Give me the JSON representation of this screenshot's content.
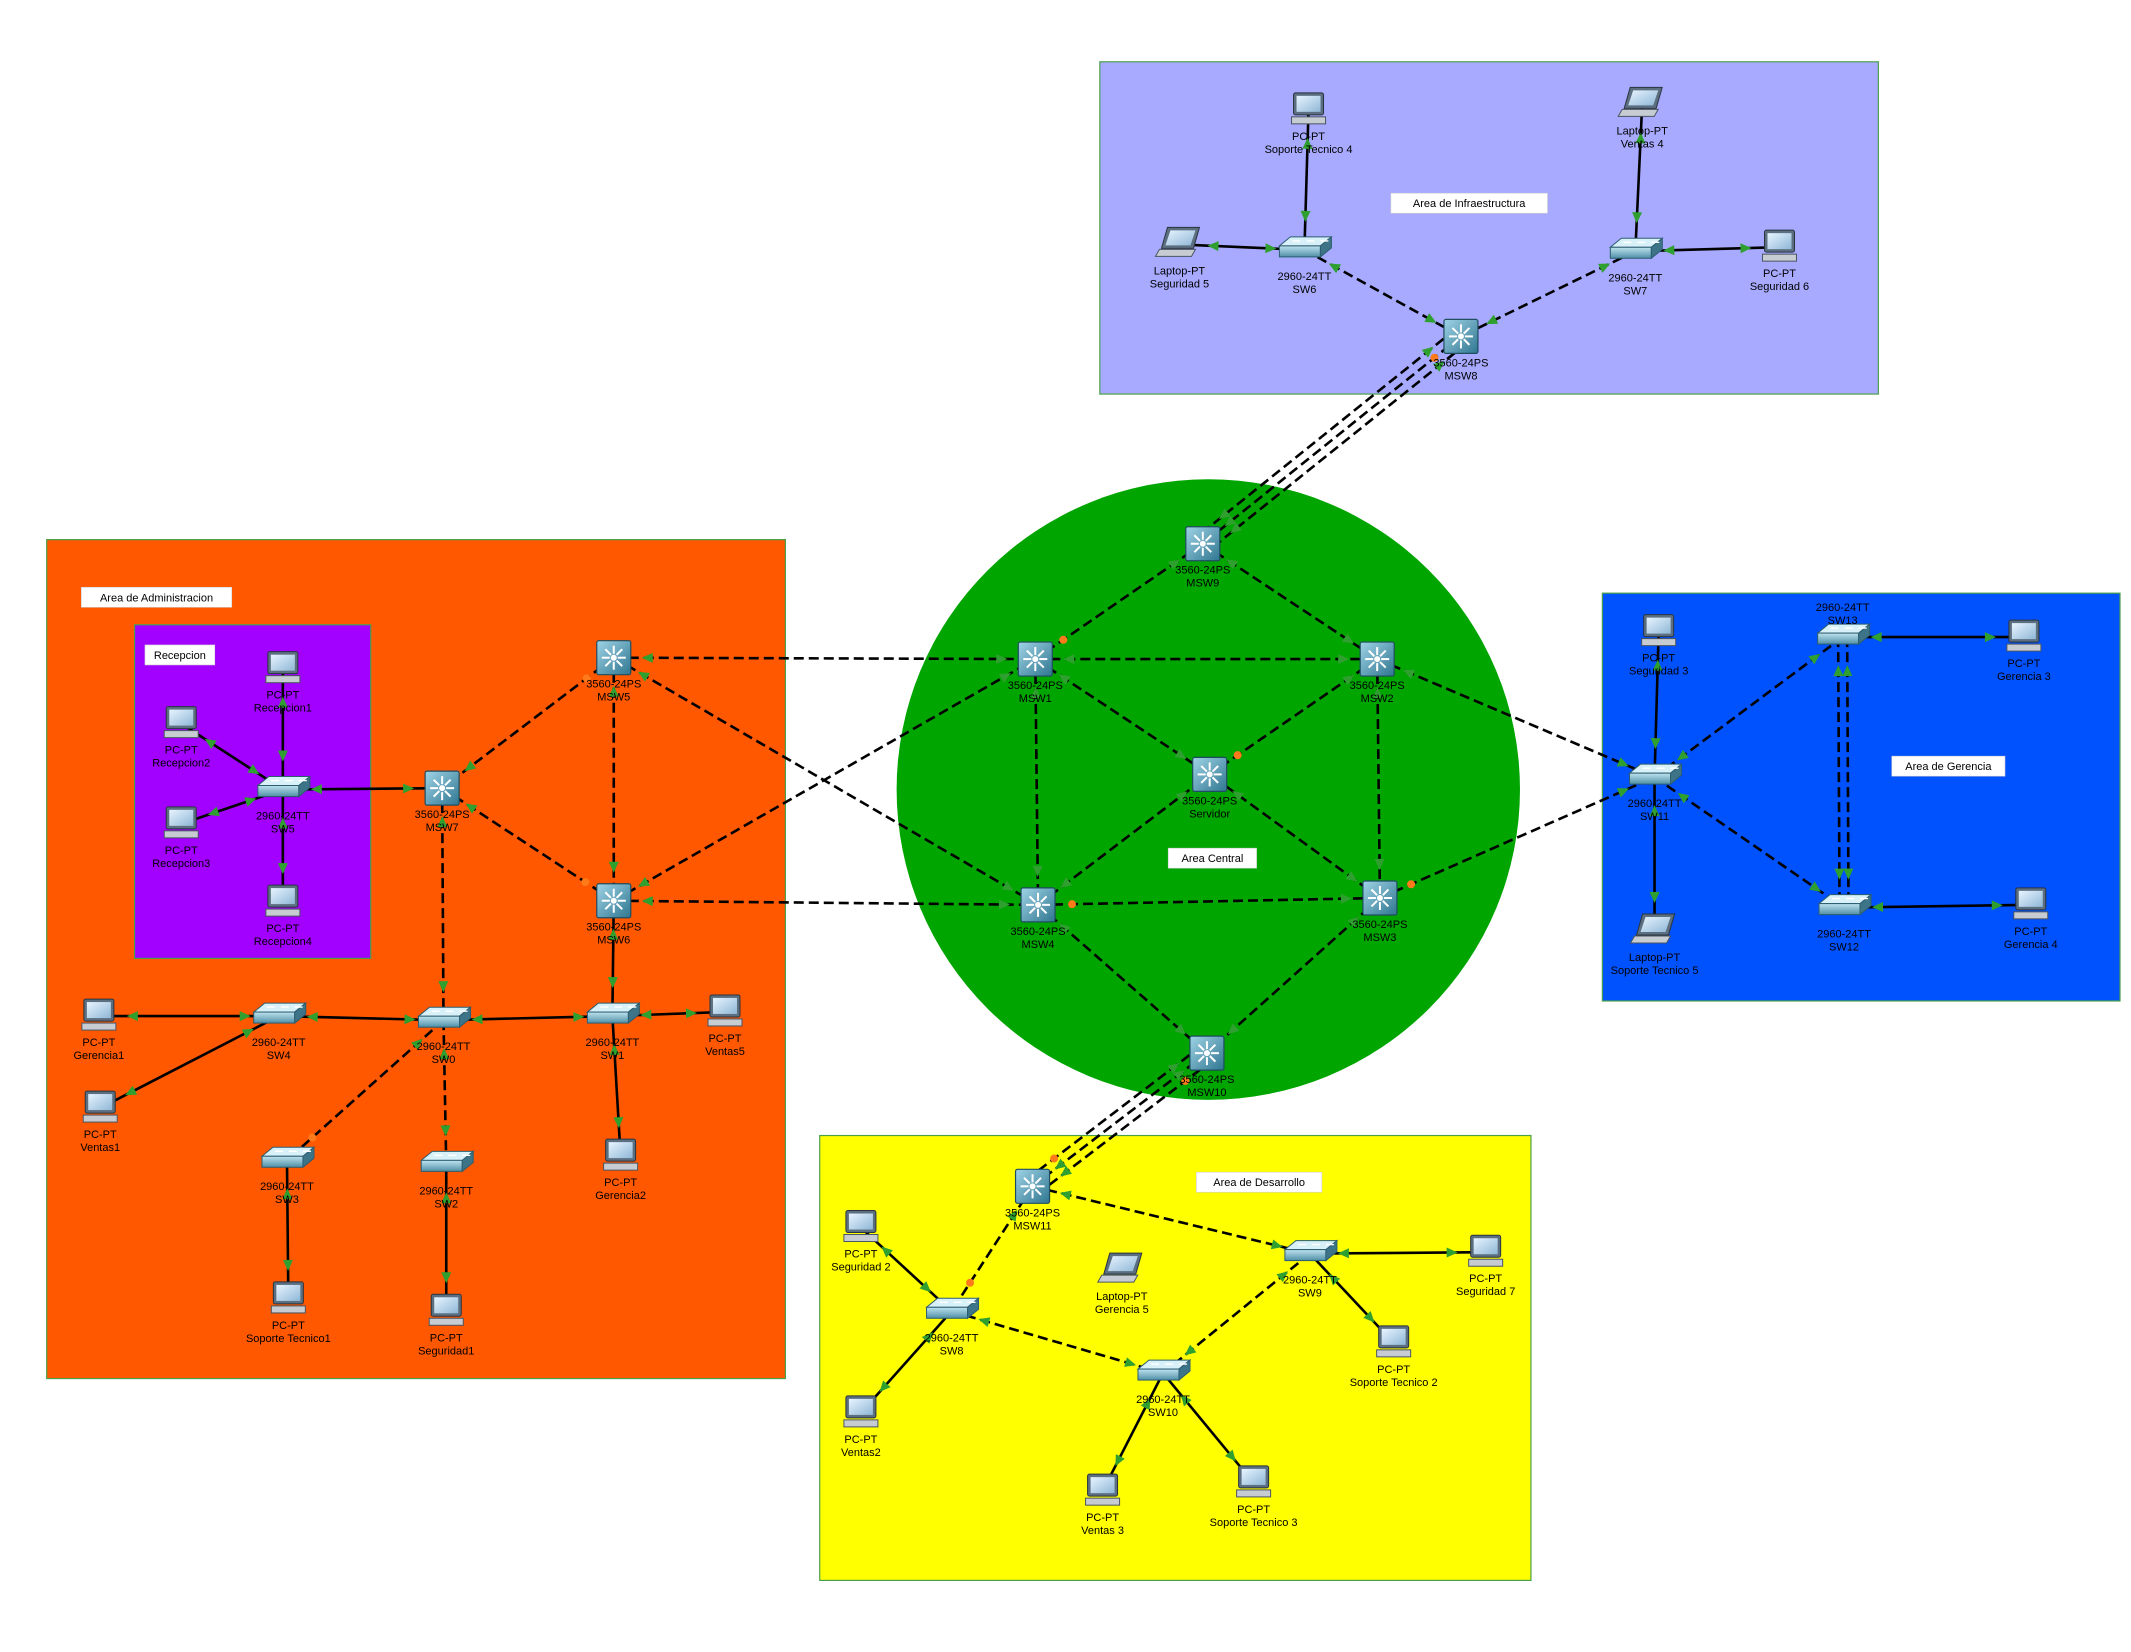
{
  "colors": {
    "infra": "#a7aaff",
    "admin": "#ff5800",
    "recepcion": "#a200ff",
    "central": "#00a500",
    "gerencia": "#0052ff",
    "desarrollo": "#ffff00",
    "link": "#000000",
    "link_up": "#2fa02f",
    "link_down": "#ff7a1a"
  },
  "areas": [
    {
      "id": "infra",
      "label": "Area de Infraestructura"
    },
    {
      "id": "admin",
      "label": "Area de Administracion"
    },
    {
      "id": "recepcion",
      "label": "Recepcion"
    },
    {
      "id": "central",
      "label": "Area Central"
    },
    {
      "id": "gerencia",
      "label": "Area de Gerencia"
    },
    {
      "id": "desarrollo",
      "label": "Area de Desarrollo"
    }
  ],
  "devices": [
    {
      "id": "pc-st4",
      "icon": "pc-icon",
      "model": "PC-PT",
      "name": "Soporte Tecnico 4"
    },
    {
      "id": "lap-v4",
      "icon": "laptop-icon",
      "model": "Laptop-PT",
      "name": "Ventas 4"
    },
    {
      "id": "lap-seg5",
      "icon": "laptop-icon",
      "model": "Laptop-PT",
      "name": "Seguridad 5"
    },
    {
      "id": "sw6",
      "icon": "switch-icon",
      "model": "2960-24TT",
      "name": "SW6"
    },
    {
      "id": "sw7",
      "icon": "switch-icon",
      "model": "2960-24TT",
      "name": "SW7"
    },
    {
      "id": "pc-seg6",
      "icon": "pc-icon",
      "model": "PC-PT",
      "name": "Seguridad 6"
    },
    {
      "id": "msw8",
      "icon": "multilayer-switch-icon",
      "model": "3560-24PS",
      "name": "MSW8"
    },
    {
      "id": "msw9",
      "icon": "multilayer-switch-icon",
      "model": "3560-24PS",
      "name": "MSW9"
    },
    {
      "id": "msw1",
      "icon": "multilayer-switch-icon",
      "model": "3560-24PS",
      "name": "MSW1"
    },
    {
      "id": "msw2",
      "icon": "multilayer-switch-icon",
      "model": "3560-24PS",
      "name": "MSW2"
    },
    {
      "id": "servidor",
      "icon": "multilayer-switch-icon",
      "model": "3560-24PS",
      "name": "Servidor"
    },
    {
      "id": "msw4",
      "icon": "multilayer-switch-icon",
      "model": "3560-24PS",
      "name": "MSW4"
    },
    {
      "id": "msw3",
      "icon": "multilayer-switch-icon",
      "model": "3560-24PS",
      "name": "MSW3"
    },
    {
      "id": "msw10",
      "icon": "multilayer-switch-icon",
      "model": "3560-24PS",
      "name": "MSW10"
    },
    {
      "id": "pc-rec1",
      "icon": "pc-icon",
      "model": "PC-PT",
      "name": "Recepcion1"
    },
    {
      "id": "pc-rec2",
      "icon": "pc-icon",
      "model": "PC-PT",
      "name": "Recepcion2"
    },
    {
      "id": "pc-rec3",
      "icon": "pc-icon",
      "model": "PC-PT",
      "name": "Recepcion3"
    },
    {
      "id": "pc-rec4",
      "icon": "pc-icon",
      "model": "PC-PT",
      "name": "Recepcion4"
    },
    {
      "id": "sw5",
      "icon": "switch-icon",
      "model": "2960-24TT",
      "name": "SW5"
    },
    {
      "id": "msw7",
      "icon": "multilayer-switch-icon",
      "model": "3560-24PS",
      "name": "MSW7"
    },
    {
      "id": "msw5",
      "icon": "multilayer-switch-icon",
      "model": "3560-24PS",
      "name": "MSW5"
    },
    {
      "id": "msw6",
      "icon": "multilayer-switch-icon",
      "model": "3560-24PS",
      "name": "MSW6"
    },
    {
      "id": "pc-ger1",
      "icon": "pc-icon",
      "model": "PC-PT",
      "name": "Gerencia1"
    },
    {
      "id": "sw4",
      "icon": "switch-icon",
      "model": "2960-24TT",
      "name": "SW4"
    },
    {
      "id": "sw0",
      "icon": "switch-icon",
      "model": "2960-24TT",
      "name": "SW0"
    },
    {
      "id": "sw1",
      "icon": "switch-icon",
      "model": "2960-24TT",
      "name": "SW1"
    },
    {
      "id": "pc-v5",
      "icon": "pc-icon",
      "model": "PC-PT",
      "name": "Ventas5"
    },
    {
      "id": "pc-v1",
      "icon": "pc-icon",
      "model": "PC-PT",
      "name": "Ventas1"
    },
    {
      "id": "sw3",
      "icon": "switch-icon",
      "model": "2960-24TT",
      "name": "SW3"
    },
    {
      "id": "sw2",
      "icon": "switch-icon",
      "model": "2960-24TT",
      "name": "SW2"
    },
    {
      "id": "pc-ger2",
      "icon": "pc-icon",
      "model": "PC-PT",
      "name": "Gerencia2"
    },
    {
      "id": "pc-st1",
      "icon": "pc-icon",
      "model": "PC-PT",
      "name": "Soporte Tecnico1"
    },
    {
      "id": "pc-seg1",
      "icon": "pc-icon",
      "model": "PC-PT",
      "name": "Seguridad1"
    },
    {
      "id": "pc-seg3",
      "icon": "pc-icon",
      "model": "PC-PT",
      "name": "Seguridad 3"
    },
    {
      "id": "sw13",
      "icon": "switch-icon",
      "model": "2960-24TT",
      "name": "SW13"
    },
    {
      "id": "pc-ger3",
      "icon": "pc-icon",
      "model": "PC-PT",
      "name": "Gerencia 3"
    },
    {
      "id": "sw11",
      "icon": "switch-icon",
      "model": "2960-24TT",
      "name": "SW11"
    },
    {
      "id": "lap-st5",
      "icon": "laptop-icon",
      "model": "Laptop-PT",
      "name": "Soporte Tecnico 5"
    },
    {
      "id": "sw12",
      "icon": "switch-icon",
      "model": "2960-24TT",
      "name": "SW12"
    },
    {
      "id": "pc-ger4",
      "icon": "pc-icon",
      "model": "PC-PT",
      "name": "Gerencia 4"
    },
    {
      "id": "msw11",
      "icon": "multilayer-switch-icon",
      "model": "3560-24PS",
      "name": "MSW11"
    },
    {
      "id": "pc-seg2",
      "icon": "pc-icon",
      "model": "PC-PT",
      "name": "Seguridad 2"
    },
    {
      "id": "sw8",
      "icon": "switch-icon",
      "model": "2960-24TT",
      "name": "SW8"
    },
    {
      "id": "lap-ger5",
      "icon": "laptop-icon",
      "model": "Laptop-PT",
      "name": "Gerencia 5"
    },
    {
      "id": "sw9",
      "icon": "switch-icon",
      "model": "2960-24TT",
      "name": "SW9"
    },
    {
      "id": "pc-seg7",
      "icon": "pc-icon",
      "model": "PC-PT",
      "name": "Seguridad 7"
    },
    {
      "id": "pc-st2",
      "icon": "pc-icon",
      "model": "PC-PT",
      "name": "Soporte Tecnico 2"
    },
    {
      "id": "sw10",
      "icon": "switch-icon",
      "model": "2960-24TT",
      "name": "SW10"
    },
    {
      "id": "pc-v2",
      "icon": "pc-icon",
      "model": "PC-PT",
      "name": "Ventas2"
    },
    {
      "id": "pc-v3",
      "icon": "pc-icon",
      "model": "PC-PT",
      "name": "Ventas 3"
    },
    {
      "id": "pc-st3",
      "icon": "pc-icon",
      "model": "PC-PT",
      "name": "Soporte Tecnico 3"
    }
  ],
  "links": [
    {
      "a": "pc-st4",
      "b": "sw6",
      "type": "straight"
    },
    {
      "a": "lap-seg5",
      "b": "sw6",
      "type": "straight"
    },
    {
      "a": "lap-v4",
      "b": "sw7",
      "type": "straight"
    },
    {
      "a": "pc-seg6",
      "b": "sw7",
      "type": "straight"
    },
    {
      "a": "sw6",
      "b": "msw8",
      "type": "cross"
    },
    {
      "a": "sw7",
      "b": "msw8",
      "type": "cross"
    },
    {
      "a": "msw8",
      "b": "msw9",
      "type": "cross"
    },
    {
      "a": "msw8",
      "b": "msw9",
      "type": "cross"
    },
    {
      "a": "msw8",
      "b": "msw9",
      "type": "cross"
    },
    {
      "a": "msw9",
      "b": "msw1",
      "type": "cross"
    },
    {
      "a": "msw9",
      "b": "msw2",
      "type": "cross"
    },
    {
      "a": "msw1",
      "b": "msw2",
      "type": "cross"
    },
    {
      "a": "msw1",
      "b": "msw4",
      "type": "cross"
    },
    {
      "a": "msw2",
      "b": "msw3",
      "type": "cross"
    },
    {
      "a": "msw4",
      "b": "msw3",
      "type": "cross"
    },
    {
      "a": "msw1",
      "b": "servidor",
      "type": "cross"
    },
    {
      "a": "msw2",
      "b": "servidor",
      "type": "cross"
    },
    {
      "a": "msw4",
      "b": "servidor",
      "type": "cross"
    },
    {
      "a": "msw3",
      "b": "servidor",
      "type": "cross"
    },
    {
      "a": "msw4",
      "b": "msw10",
      "type": "cross"
    },
    {
      "a": "msw3",
      "b": "msw10",
      "type": "cross"
    },
    {
      "a": "msw10",
      "b": "msw11",
      "type": "cross"
    },
    {
      "a": "msw10",
      "b": "msw11",
      "type": "cross"
    },
    {
      "a": "msw10",
      "b": "msw11",
      "type": "cross"
    },
    {
      "a": "msw5",
      "b": "msw1",
      "type": "cross"
    },
    {
      "a": "msw5",
      "b": "msw4",
      "type": "cross"
    },
    {
      "a": "msw6",
      "b": "msw1",
      "type": "cross"
    },
    {
      "a": "msw6",
      "b": "msw4",
      "type": "cross"
    },
    {
      "a": "msw5",
      "b": "msw7",
      "type": "cross"
    },
    {
      "a": "msw5",
      "b": "msw6",
      "type": "cross"
    },
    {
      "a": "msw7",
      "b": "msw6",
      "type": "cross"
    },
    {
      "a": "sw5",
      "b": "msw7",
      "type": "straight"
    },
    {
      "a": "pc-rec1",
      "b": "sw5",
      "type": "straight"
    },
    {
      "a": "pc-rec2",
      "b": "sw5",
      "type": "straight"
    },
    {
      "a": "pc-rec3",
      "b": "sw5",
      "type": "straight"
    },
    {
      "a": "pc-rec4",
      "b": "sw5",
      "type": "straight"
    },
    {
      "a": "msw7",
      "b": "sw0",
      "type": "cross"
    },
    {
      "a": "msw6",
      "b": "sw1",
      "type": "straight"
    },
    {
      "a": "sw4",
      "b": "sw0",
      "type": "straight"
    },
    {
      "a": "sw0",
      "b": "sw1",
      "type": "straight"
    },
    {
      "a": "pc-ger1",
      "b": "sw4",
      "type": "straight"
    },
    {
      "a": "pc-v1",
      "b": "sw4",
      "type": "straight"
    },
    {
      "a": "pc-v5",
      "b": "sw1",
      "type": "straight"
    },
    {
      "a": "pc-ger2",
      "b": "sw1",
      "type": "straight"
    },
    {
      "a": "sw0",
      "b": "sw3",
      "type": "cross"
    },
    {
      "a": "sw0",
      "b": "sw2",
      "type": "cross"
    },
    {
      "a": "pc-st1",
      "b": "sw3",
      "type": "straight"
    },
    {
      "a": "pc-seg1",
      "b": "sw2",
      "type": "straight"
    },
    {
      "a": "msw2",
      "b": "sw11",
      "type": "cross"
    },
    {
      "a": "msw3",
      "b": "sw11",
      "type": "cross"
    },
    {
      "a": "pc-seg3",
      "b": "sw11",
      "type": "straight"
    },
    {
      "a": "lap-st5",
      "b": "sw11",
      "type": "straight"
    },
    {
      "a": "sw11",
      "b": "sw13",
      "type": "cross"
    },
    {
      "a": "sw11",
      "b": "sw12",
      "type": "cross"
    },
    {
      "a": "sw13",
      "b": "sw12",
      "type": "cross"
    },
    {
      "a": "sw13",
      "b": "sw12",
      "type": "cross"
    },
    {
      "a": "pc-ger3",
      "b": "sw13",
      "type": "straight"
    },
    {
      "a": "pc-ger4",
      "b": "sw12",
      "type": "straight"
    },
    {
      "a": "msw11",
      "b": "sw8",
      "type": "cross"
    },
    {
      "a": "msw11",
      "b": "sw9",
      "type": "cross"
    },
    {
      "a": "sw8",
      "b": "sw10",
      "type": "cross"
    },
    {
      "a": "sw9",
      "b": "sw10",
      "type": "cross"
    },
    {
      "a": "pc-seg2",
      "b": "sw8",
      "type": "straight"
    },
    {
      "a": "pc-v2",
      "b": "sw8",
      "type": "straight"
    },
    {
      "a": "pc-seg7",
      "b": "sw9",
      "type": "straight"
    },
    {
      "a": "pc-st2",
      "b": "sw9",
      "type": "straight"
    },
    {
      "a": "pc-v3",
      "b": "sw10",
      "type": "straight"
    },
    {
      "a": "pc-st3",
      "b": "sw10",
      "type": "straight"
    }
  ]
}
